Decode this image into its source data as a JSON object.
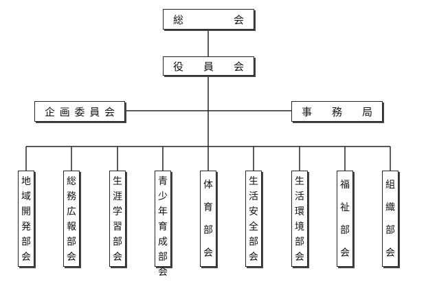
{
  "top": {
    "label": "総 会"
  },
  "officers": {
    "label": "役 員 会"
  },
  "planning": {
    "label": "企画委員会"
  },
  "office": {
    "label": "事 務 局"
  },
  "departments": [
    {
      "label": "地域開発部会"
    },
    {
      "label": "総務広報部会"
    },
    {
      "label": "生涯学習部会"
    },
    {
      "label": "青少年育成部会"
    },
    {
      "label": "体育部会"
    },
    {
      "label": "生活安全部会"
    },
    {
      "label": "生活環境部会"
    },
    {
      "label": "福祉部会"
    },
    {
      "label": "組織部会"
    }
  ]
}
